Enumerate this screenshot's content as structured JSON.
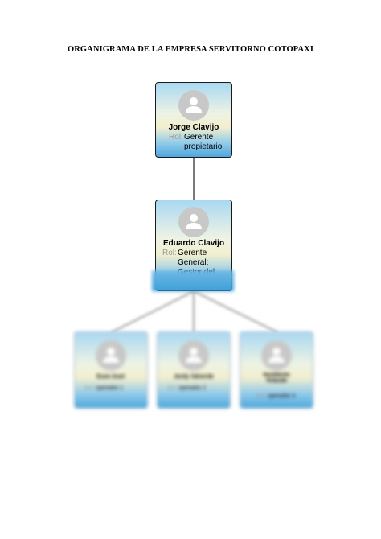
{
  "page": {
    "title": "ORGANIGRAMA DE LA EMPRESA SERVITORNO COTOPAXI"
  },
  "nodes": {
    "root": {
      "name": "Jorge Clavijo",
      "role_label": "Rol:",
      "role": "Gerente propietario"
    },
    "manager": {
      "name": "Eduardo Clavijo",
      "role_label": "Rol:",
      "role": "Gerente General; Gestor del mantenimiento"
    },
    "ops": [
      {
        "name": "Eson Arari",
        "role_label": "Rol:",
        "role": "operador 1"
      },
      {
        "name": "Jordy Valverde",
        "role_label": "Rol:",
        "role": "operador 2"
      },
      {
        "name": "Humberto Yelande",
        "role_label": "Rol:",
        "role": "operador 3"
      }
    ]
  },
  "colors": {
    "card_top": "#a9d8f2",
    "card_mid": "#f2efcf",
    "card_bottom": "#4fa7dc",
    "avatar": "#c8c8c8"
  }
}
